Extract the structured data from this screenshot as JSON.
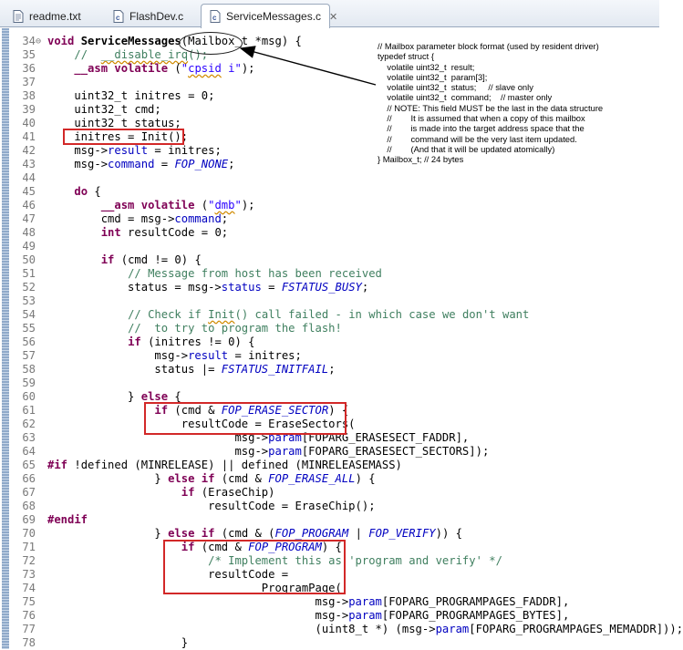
{
  "tabs": [
    {
      "label": "readme.txt",
      "icon": "text-file-icon",
      "active": false
    },
    {
      "label": "FlashDev.c",
      "icon": "c-file-icon",
      "active": false
    },
    {
      "label": "ServiceMessages.c",
      "icon": "c-file-icon",
      "active": true,
      "close": "✕"
    }
  ],
  "editor": {
    "lines": [
      {
        "num": "34",
        "fold": "⊖",
        "html": "<span class=\"kw\">void</span> <span class=\"fn\">ServiceMessages</span>(Mailbox_t *msg) {"
      },
      {
        "num": "35",
        "html": "    <span class=\"cm\">//  <span class=\"sq\">__disable_irq</span>();</span>"
      },
      {
        "num": "36",
        "html": "    <span class=\"kw\">__asm</span> <span class=\"kw\">volatile</span> (<span class=\"st\">\"<span class=\"sq\">cpsid</span> i\"</span>);"
      },
      {
        "num": "37",
        "html": ""
      },
      {
        "num": "38",
        "html": "    uint32_t initres = 0;"
      },
      {
        "num": "39",
        "html": "    uint32_t cmd;"
      },
      {
        "num": "40",
        "html": "    uint32_t status;"
      },
      {
        "num": "41",
        "html": "    initres = Init();"
      },
      {
        "num": "42",
        "html": "    msg-><span class=\"fl\">result</span> = initres;"
      },
      {
        "num": "43",
        "html": "    msg-><span class=\"fl\">command</span> = <span class=\"it\">FOP_NONE</span>;"
      },
      {
        "num": "44",
        "html": ""
      },
      {
        "num": "45",
        "html": "    <span class=\"kw\">do</span> {"
      },
      {
        "num": "46",
        "html": "        <span class=\"kw\">__asm</span> <span class=\"kw\">volatile</span> (<span class=\"st\">\"<span class=\"sq\">dmb</span>\"</span>);"
      },
      {
        "num": "47",
        "html": "        cmd = msg-><span class=\"fl\">command</span>;"
      },
      {
        "num": "48",
        "html": "        <span class=\"kw\">int</span> resultCode = 0;"
      },
      {
        "num": "49",
        "html": ""
      },
      {
        "num": "50",
        "html": "        <span class=\"kw\">if</span> (cmd != 0) {"
      },
      {
        "num": "51",
        "html": "            <span class=\"cm\">// Message from host has been received</span>"
      },
      {
        "num": "52",
        "html": "            status = msg-><span class=\"fl\">status</span> = <span class=\"it\">FSTATUS_BUSY</span>;"
      },
      {
        "num": "53",
        "html": ""
      },
      {
        "num": "54",
        "html": "            <span class=\"cm\">// Check if <span class=\"sq\">Init</span>() call failed - in which case we don't want</span>"
      },
      {
        "num": "55",
        "html": "            <span class=\"cm\">//  to try to program the flash!</span>"
      },
      {
        "num": "56",
        "html": "            <span class=\"kw\">if</span> (initres != 0) {"
      },
      {
        "num": "57",
        "html": "                msg-><span class=\"fl\">result</span> = initres;"
      },
      {
        "num": "58",
        "html": "                status |= <span class=\"it\">FSTATUS_INITFAIL</span>;"
      },
      {
        "num": "59",
        "html": ""
      },
      {
        "num": "60",
        "html": "            } <span class=\"kw\">else</span> {"
      },
      {
        "num": "61",
        "html": "                <span class=\"kw\">if</span> (cmd & <span class=\"it\">FOP_ERASE_SECTOR</span>) {"
      },
      {
        "num": "62",
        "html": "                    resultCode = EraseSectors("
      },
      {
        "num": "63",
        "html": "                            msg-><span class=\"fl\">param</span>[FOPARG_ERASESECT_FADDR],"
      },
      {
        "num": "64",
        "html": "                            msg-><span class=\"fl\">param</span>[FOPARG_ERASESECT_SECTORS]);"
      },
      {
        "num": "65",
        "html": "<span class=\"kw\">#if</span> !defined (MINRELEASE) || defined (MINRELEASEMASS)"
      },
      {
        "num": "66",
        "html": "                } <span class=\"kw\">else</span> <span class=\"kw\">if</span> (cmd & <span class=\"it\">FOP_ERASE_ALL</span>) {"
      },
      {
        "num": "67",
        "html": "                    <span class=\"kw\">if</span> (EraseChip)"
      },
      {
        "num": "68",
        "html": "                        resultCode = EraseChip();"
      },
      {
        "num": "69",
        "html": "<span class=\"kw\">#endif</span>"
      },
      {
        "num": "70",
        "html": "                } <span class=\"kw\">else</span> <span class=\"kw\">if</span> (cmd & (<span class=\"it\">FOP_PROGRAM</span> | <span class=\"it\">FOP_VERIFY</span>)) {"
      },
      {
        "num": "71",
        "html": "                    <span class=\"kw\">if</span> (cmd & <span class=\"it\">FOP_PROGRAM</span>) {"
      },
      {
        "num": "72",
        "html": "                        <span class=\"cm\">/* Implement this as 'program and verify' */</span>"
      },
      {
        "num": "73",
        "html": "                        resultCode ="
      },
      {
        "num": "74",
        "html": "                                ProgramPage("
      },
      {
        "num": "75",
        "html": "                                        msg-><span class=\"fl\">param</span>[FOPARG_PROGRAMPAGES_FADDR],"
      },
      {
        "num": "76",
        "html": "                                        msg-><span class=\"fl\">param</span>[FOPARG_PROGRAMPAGES_BYTES],"
      },
      {
        "num": "77",
        "html": "                                        (uint8_t *) (msg-><span class=\"fl\">param</span>[FOPARG_PROGRAMPAGES_MEMADDR]));"
      },
      {
        "num": "78",
        "html": "                    }"
      }
    ]
  },
  "struct_note": {
    "lines": [
      "// Mailbox parameter block format (used by resident driver)",
      "typedef struct {",
      "    volatile uint32_t  result;",
      "    volatile uint32_t  param[3];",
      "    volatile uint32_t  status;     // slave only",
      "    volatile uint32_t  command;    // master only",
      "    // NOTE: This field MUST be the last in the data structure",
      "    //        It is assumed that when a copy of this mailbox",
      "    //        is made into the target address space that the",
      "    //        command will be the very last item updated.",
      "    //        (And that it will be updated atomically)",
      "} Mailbox_t; // 24 bytes"
    ]
  },
  "colors": {
    "keyword": "#7f0055",
    "comment": "#3f7f5f",
    "field": "#0000c0",
    "string": "#2a00ff",
    "highlight_box": "#d22828"
  }
}
